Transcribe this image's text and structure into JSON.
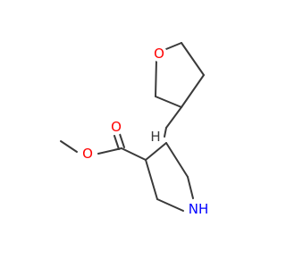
{
  "molecule": {
    "atoms": {
      "ring_oxygen": {
        "label": "O",
        "color": "#ff0000"
      },
      "carbonyl_oxygen": {
        "label": "O",
        "color": "#ff0000"
      },
      "ester_oxygen": {
        "label": "O",
        "color": "#ff0000"
      },
      "amine_nitrogen": {
        "label": "NH",
        "color": "#0000ff"
      },
      "stereo_hydrogen": {
        "label": "H",
        "color": "#3a3a3a"
      }
    },
    "bond_color": "#3a3a3a"
  }
}
